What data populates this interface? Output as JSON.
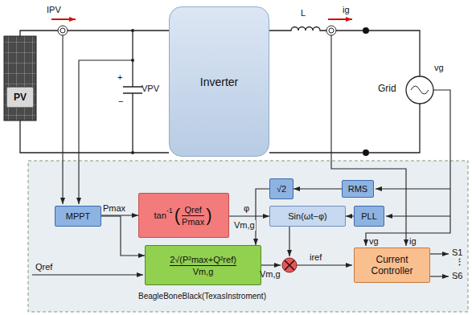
{
  "diagram": {
    "nodes": [
      {
        "text": [
          "PV"
        ]
      },
      {
        "text": [
          "Inverter"
        ]
      },
      {
        "text": [
          "MPPT"
        ]
      },
      {
        "text": [
          "tan",
          "-1",
          "(",
          "Qref",
          "Pmax",
          ")"
        ]
      },
      {
        "text": [
          "√2"
        ]
      },
      {
        "text": [
          "RMS"
        ]
      },
      {
        "text": [
          "PLL"
        ]
      },
      {
        "text": [
          "Sin(ωt−φ)"
        ]
      },
      {
        "text": [
          "2√(P²max+Q²ref)",
          "Vm,g"
        ]
      },
      {
        "text": [
          "Current Controller"
        ]
      }
    ],
    "edges": [
      {
        "from": 2,
        "to": 3,
        "arrow": "to"
      },
      {
        "from": 2,
        "to": 8,
        "arrow": "to"
      },
      {
        "from": 5,
        "to": 4,
        "arrow": "to"
      },
      {
        "from": 6,
        "to": 7,
        "arrow": "to"
      },
      {
        "from": 3,
        "to": 7,
        "arrow": "to",
        "label": "φ"
      },
      {
        "from": 4,
        "to": 8,
        "arrow": "to",
        "label": "Vm,g"
      }
    ],
    "labels": [
      "IPV",
      "+",
      "−",
      "VPV",
      "L",
      "ig",
      "Grid",
      "vg",
      "Pmax",
      "Qref",
      "Vm,g",
      "iref",
      "vg",
      "ig",
      "S1",
      "⋮",
      "S6",
      "BeagleBoneBlack(TexasInstroment)"
    ]
  }
}
